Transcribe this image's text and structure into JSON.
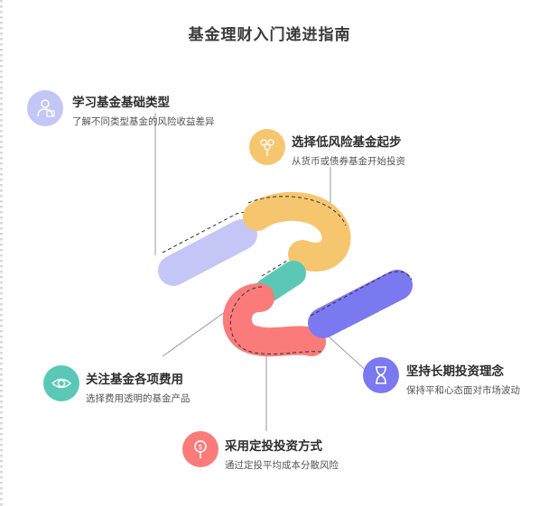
{
  "title": "基金理财入门递进指南",
  "colors": {
    "purple": "#c4c6f6",
    "orange": "#f6c66f",
    "teal": "#5bc8b6",
    "red": "#fb7b7b",
    "blue": "#7a79ef"
  },
  "items": [
    {
      "id": "basics",
      "heading": "学习基金基础类型",
      "sub": "了解不同类型基金的风险收益差异",
      "icon": "teacher-icon",
      "color": "#c4c6f6"
    },
    {
      "id": "low-risk",
      "heading": "选择低风险基金起步",
      "sub": "从货币或债券基金开始投资",
      "icon": "money-tree-icon",
      "color": "#f6c66f"
    },
    {
      "id": "fees",
      "heading": "关注基金各项费用",
      "sub": "选择费用透明的基金产品",
      "icon": "eye-icon",
      "color": "#5bc8b6"
    },
    {
      "id": "long-term",
      "heading": "坚持长期投资理念",
      "sub": "保持平和心态面对市场波动",
      "icon": "hourglass-icon",
      "color": "#7a79ef"
    },
    {
      "id": "dca",
      "heading": "采用定投投资方式",
      "sub": "通过定投平均成本分散风险",
      "icon": "dollar-tree-icon",
      "color": "#fb7b7b"
    }
  ]
}
